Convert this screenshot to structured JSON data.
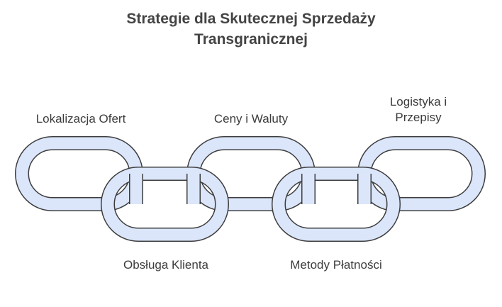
{
  "title": {
    "line1": "Strategie dla Skutecznej Sprzedaży",
    "line2": "Transgranicznej"
  },
  "links": [
    {
      "label_lines": [
        "Lokalizacja Ofert"
      ]
    },
    {
      "label_lines": [
        "Obsługa Klienta"
      ]
    },
    {
      "label_lines": [
        "Ceny i Waluty"
      ]
    },
    {
      "label_lines": [
        "Metody Płatności"
      ]
    },
    {
      "label_lines": [
        "Logistyka i",
        "Przepisy"
      ]
    }
  ],
  "colors": {
    "link_fill": "#dbe6fb",
    "link_stroke": "#3d3d3d",
    "title": "#444444",
    "text": "#3c3c3c"
  }
}
